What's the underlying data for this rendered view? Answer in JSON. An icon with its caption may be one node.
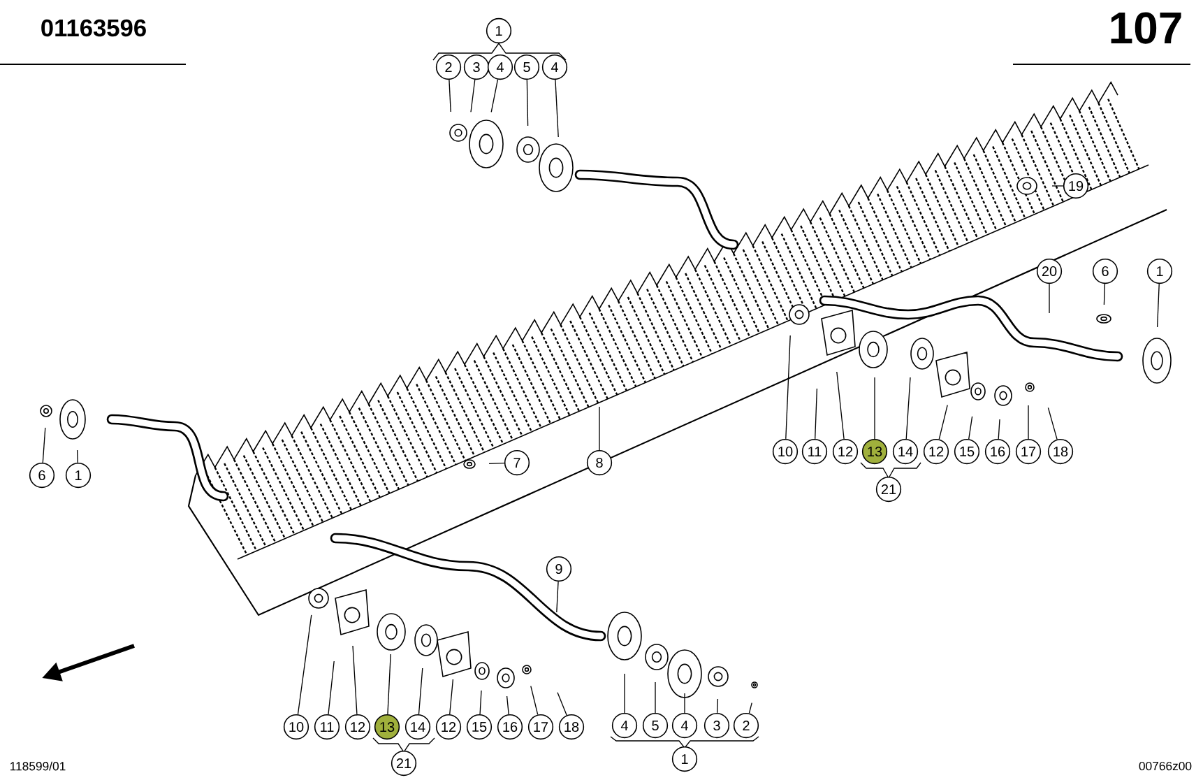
{
  "diagram": {
    "nodes": [
      {
        "text": [
          "1"
        ]
      },
      {
        "text": [
          "2"
        ]
      },
      {
        "text": [
          "3"
        ]
      },
      {
        "text": [
          "4"
        ]
      },
      {
        "text": [
          "5"
        ]
      },
      {
        "text": [
          "4"
        ]
      },
      {
        "text": [
          "19"
        ]
      },
      {
        "text": [
          "20"
        ]
      },
      {
        "text": [
          "6"
        ]
      },
      {
        "text": [
          "1"
        ]
      },
      {
        "text": [
          "6"
        ]
      },
      {
        "text": [
          "1"
        ]
      },
      {
        "text": [
          "7"
        ]
      },
      {
        "text": [
          "8"
        ]
      },
      {
        "text": [
          "10"
        ]
      },
      {
        "text": [
          "11"
        ]
      },
      {
        "text": [
          "12"
        ]
      },
      {
        "text": [
          "13"
        ]
      },
      {
        "text": [
          "14"
        ]
      },
      {
        "text": [
          "12"
        ]
      },
      {
        "text": [
          "15"
        ]
      },
      {
        "text": [
          "16"
        ]
      },
      {
        "text": [
          "17"
        ]
      },
      {
        "text": [
          "18"
        ]
      },
      {
        "text": [
          "21"
        ]
      },
      {
        "text": [
          "9"
        ]
      },
      {
        "text": [
          "10"
        ]
      },
      {
        "text": [
          "11"
        ]
      },
      {
        "text": [
          "12"
        ]
      },
      {
        "text": [
          "13"
        ]
      },
      {
        "text": [
          "14"
        ]
      },
      {
        "text": [
          "12"
        ]
      },
      {
        "text": [
          "15"
        ]
      },
      {
        "text": [
          "16"
        ]
      },
      {
        "text": [
          "17"
        ]
      },
      {
        "text": [
          "18"
        ]
      },
      {
        "text": [
          "21"
        ]
      },
      {
        "text": [
          "4"
        ]
      },
      {
        "text": [
          "5"
        ]
      },
      {
        "text": [
          "4"
        ]
      },
      {
        "text": [
          "3"
        ]
      },
      {
        "text": [
          "2"
        ]
      },
      {
        "text": [
          "1"
        ]
      }
    ],
    "edges": [
      {
        "from": 1,
        "to": null,
        "arrow": "none"
      },
      {
        "from": 2,
        "to": null,
        "arrow": "none"
      },
      {
        "from": 3,
        "to": null,
        "arrow": "none"
      },
      {
        "from": 4,
        "to": null,
        "arrow": "none"
      },
      {
        "from": 5,
        "to": null,
        "arrow": "none"
      },
      {
        "from": 6,
        "to": null,
        "arrow": "none"
      },
      {
        "from": 7,
        "to": null,
        "arrow": "none"
      },
      {
        "from": 8,
        "to": null,
        "arrow": "none"
      },
      {
        "from": 9,
        "to": null,
        "arrow": "none"
      },
      {
        "from": 10,
        "to": null,
        "arrow": "none"
      },
      {
        "from": 11,
        "to": null,
        "arrow": "none"
      },
      {
        "from": 12,
        "to": null,
        "arrow": "none"
      },
      {
        "from": 13,
        "to": null,
        "arrow": "none"
      },
      {
        "from": 14,
        "to": null,
        "arrow": "none"
      },
      {
        "from": 15,
        "to": null,
        "arrow": "none"
      },
      {
        "from": 16,
        "to": null,
        "arrow": "none"
      },
      {
        "from": 17,
        "to": null,
        "arrow": "none"
      },
      {
        "from": 18,
        "to": null,
        "arrow": "none"
      },
      {
        "from": 19,
        "to": null,
        "arrow": "none"
      },
      {
        "from": 20,
        "to": null,
        "arrow": "none"
      },
      {
        "from": 21,
        "to": null,
        "arrow": "none"
      },
      {
        "from": 22,
        "to": null,
        "arrow": "none"
      },
      {
        "from": 23,
        "to": null,
        "arrow": "none"
      },
      {
        "from": 25,
        "to": null,
        "arrow": "none"
      },
      {
        "from": 26,
        "to": null,
        "arrow": "none"
      },
      {
        "from": 27,
        "to": null,
        "arrow": "none"
      },
      {
        "from": 28,
        "to": null,
        "arrow": "none"
      },
      {
        "from": 29,
        "to": null,
        "arrow": "none"
      },
      {
        "from": 30,
        "to": null,
        "arrow": "none"
      },
      {
        "from": 31,
        "to": null,
        "arrow": "none"
      },
      {
        "from": 32,
        "to": null,
        "arrow": "none"
      },
      {
        "from": 33,
        "to": null,
        "arrow": "none"
      },
      {
        "from": 34,
        "to": null,
        "arrow": "none"
      },
      {
        "from": 35,
        "to": null,
        "arrow": "none"
      },
      {
        "from": 37,
        "to": null,
        "arrow": "none"
      },
      {
        "from": 38,
        "to": null,
        "arrow": "none"
      },
      {
        "from": 39,
        "to": null,
        "arrow": "none"
      },
      {
        "from": 40,
        "to": null,
        "arrow": "none"
      },
      {
        "from": 41,
        "to": null,
        "arrow": "none"
      }
    ],
    "labels": [
      "01163596",
      "107",
      "118599/01",
      "00766z00"
    ]
  }
}
